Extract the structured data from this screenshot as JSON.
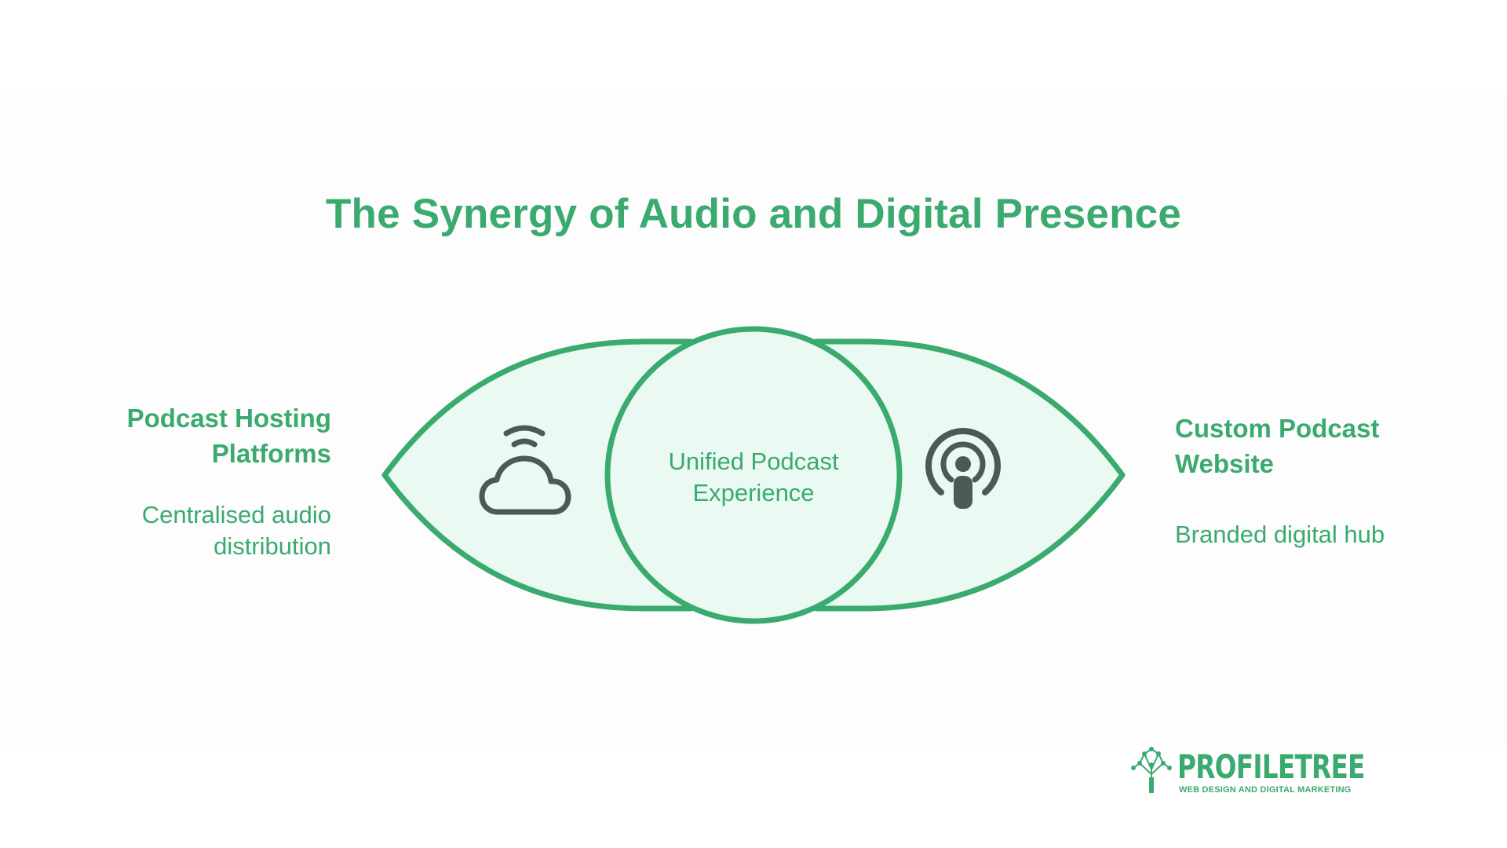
{
  "title": "The Synergy of Audio and Digital Presence",
  "center": {
    "line1": "Unified Podcast",
    "line2": "Experience"
  },
  "left": {
    "heading_line1": "Podcast Hosting",
    "heading_line2": "Platforms",
    "desc_line1": "Centralised audio",
    "desc_line2": "distribution",
    "icon": "cloud-signal-icon"
  },
  "right": {
    "heading_line1": "Custom Podcast",
    "heading_line2": "Website",
    "desc_line1": "Branded digital hub",
    "icon": "podcast-icon"
  },
  "logo": {
    "name": "PROFILETREE",
    "tagline": "WEB DESIGN AND DIGITAL MARKETING"
  },
  "colors": {
    "accent": "#3aaa6f",
    "fill": "#eafaf2",
    "icon": "#4a5a56"
  }
}
